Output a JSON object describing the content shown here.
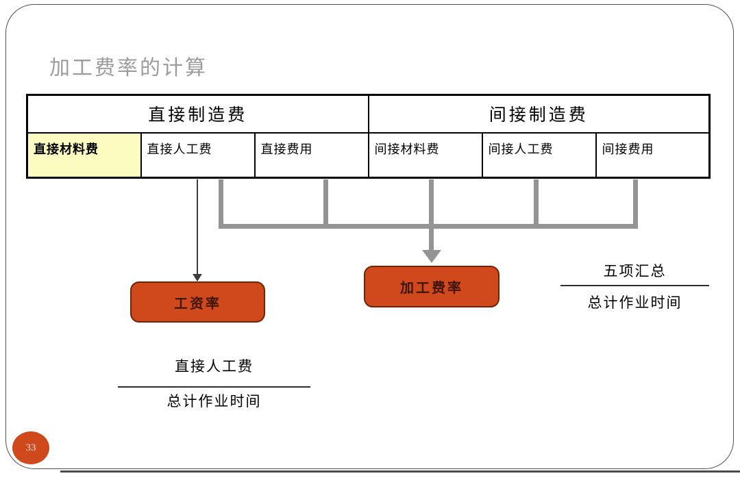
{
  "slide": {
    "title": "加工费率的计算",
    "page_number": "33"
  },
  "table": {
    "group_headers": [
      {
        "label": "直接制造费"
      },
      {
        "label": "间接制造费"
      }
    ],
    "cells": [
      {
        "label": "直接材料费",
        "highlighted": true
      },
      {
        "label": "直接人工费",
        "highlighted": false
      },
      {
        "label": "直接费用",
        "highlighted": false
      },
      {
        "label": "间接材料费",
        "highlighted": false
      },
      {
        "label": "间接人工费",
        "highlighted": false
      },
      {
        "label": "间接费用",
        "highlighted": false
      }
    ]
  },
  "result_boxes": [
    {
      "label": "工资率"
    },
    {
      "label": "加工费率"
    }
  ],
  "formulas": {
    "wage_rate": {
      "numerator": "直接人工费",
      "denominator": "总计作业时间"
    },
    "processing_rate": {
      "numerator": "五项汇总",
      "denominator": "总计作业时间"
    }
  },
  "colors": {
    "accent_orange": "#d0491c",
    "highlight_yellow": "#fcfcc0",
    "connector_gray": "#949494",
    "title_gray": "#9c9c9c"
  }
}
